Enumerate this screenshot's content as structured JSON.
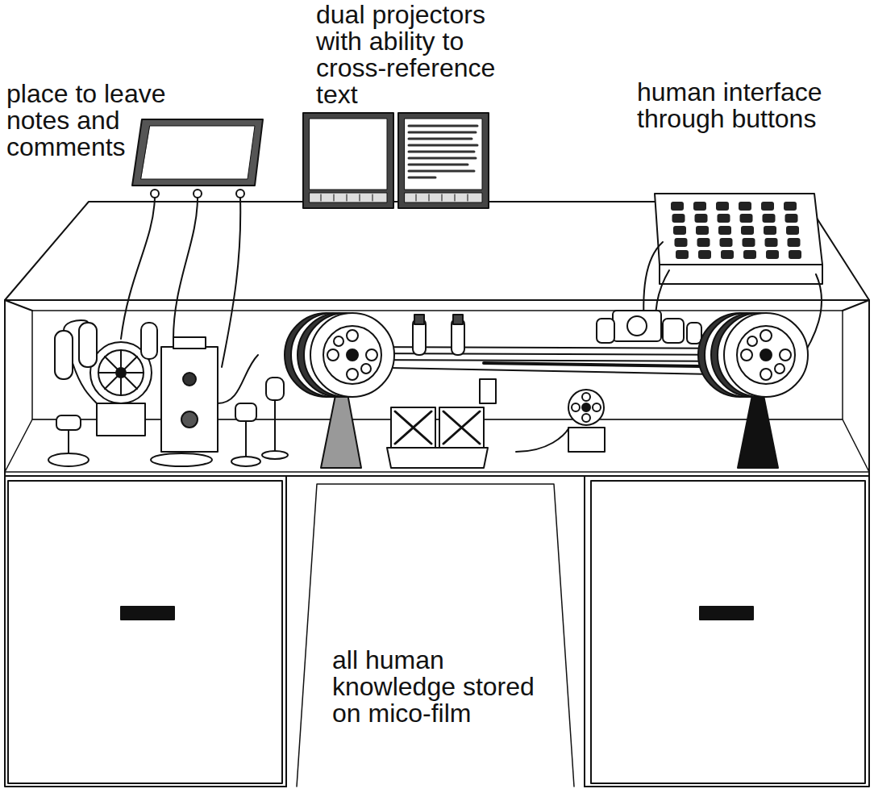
{
  "diagram": {
    "labels": [
      "dual projectors with ability to cross-reference text",
      "place to leave notes and comments",
      "human interface through buttons",
      "all human knowledge stored on mico-film"
    ]
  }
}
